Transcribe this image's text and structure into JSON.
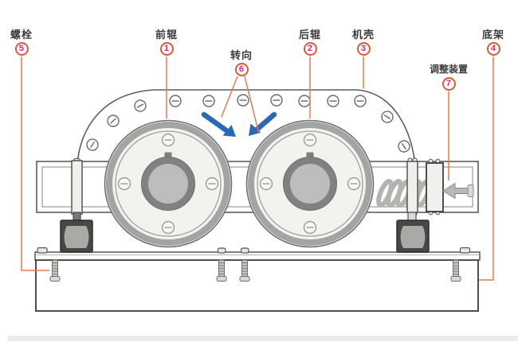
{
  "colors": {
    "leader": "#e8794f",
    "callout_circle": "#dd5a36",
    "callout_number": "#e61e82",
    "label_text": "#3b3b3b",
    "direction_arrow": "#2a69b5"
  },
  "diagram": {
    "description": "roller crusher structure diagram",
    "labels": [
      {
        "name": "bolt",
        "text": "螺栓",
        "num": "5"
      },
      {
        "name": "front-roller",
        "text": "前辊",
        "num": "1"
      },
      {
        "name": "rotation-direction",
        "text": "转向",
        "num": "6"
      },
      {
        "name": "rear-roller",
        "text": "后辊",
        "num": "2"
      },
      {
        "name": "casing",
        "text": "机壳",
        "num": "3"
      },
      {
        "name": "base-frame",
        "text": "底架",
        "num": "4"
      },
      {
        "name": "adjustment-device",
        "text": "调整装置",
        "num": "7"
      }
    ]
  }
}
